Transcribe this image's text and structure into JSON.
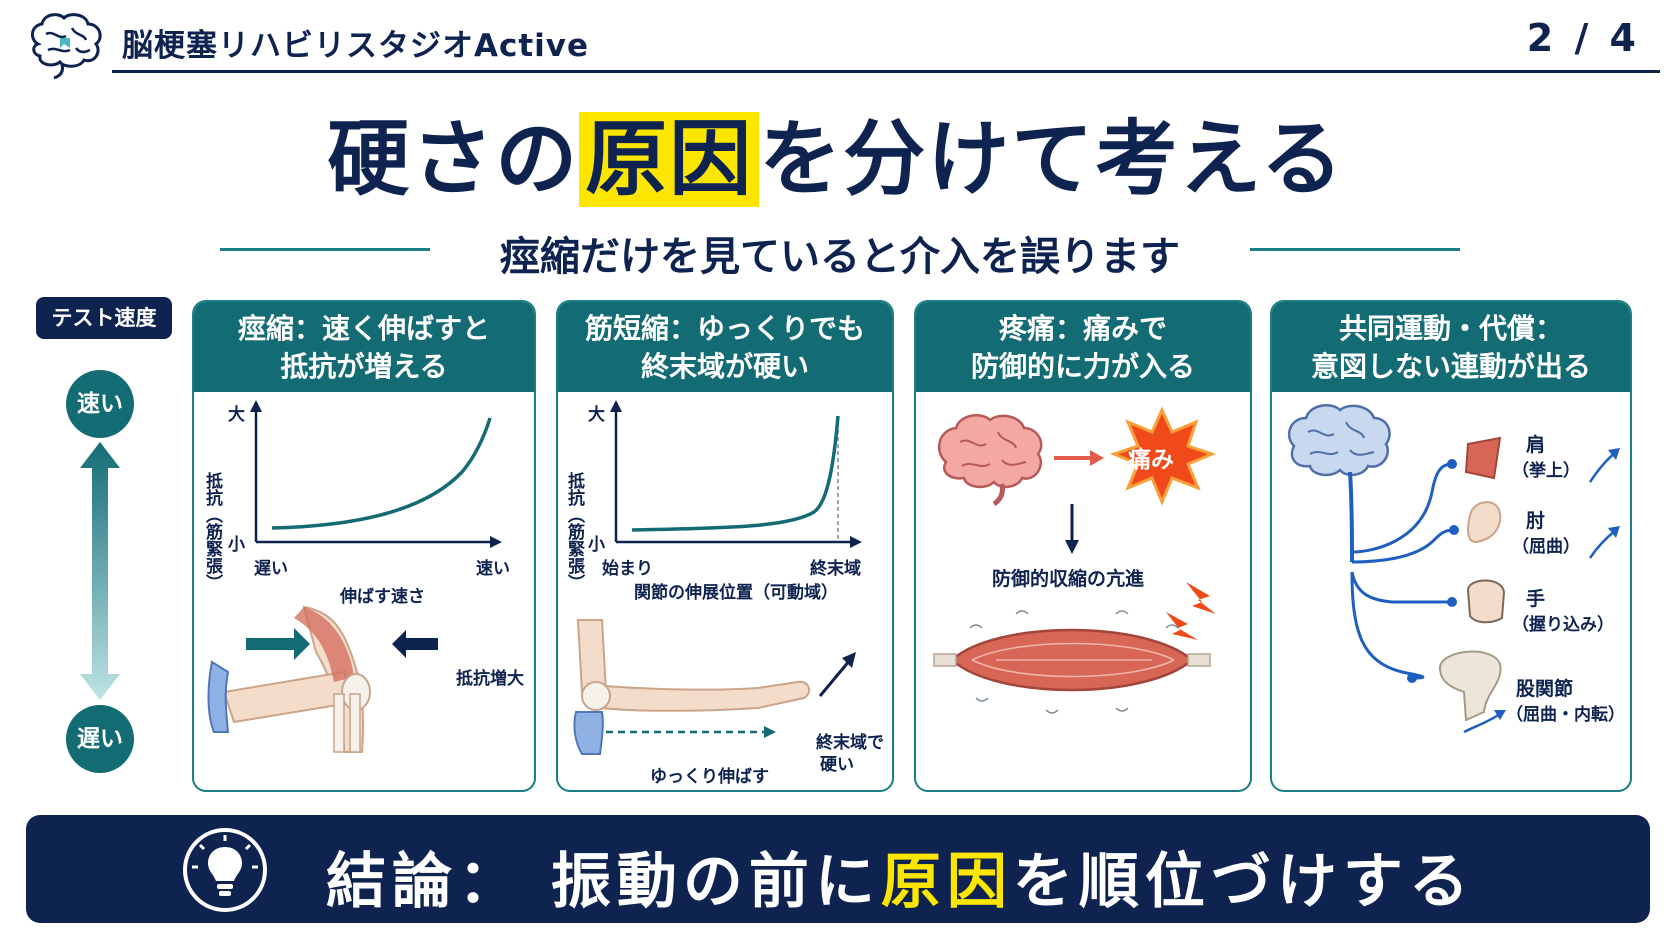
{
  "header": {
    "brand": "脳梗塞リハビリスタジオActive",
    "page_indicator": "2 / 4"
  },
  "title": {
    "before": "硬さの",
    "highlight": "原因",
    "after": "を分けて考える"
  },
  "subtitle": "痙縮だけを見ていると介入を誤ります",
  "speed_scale": {
    "label": "テスト速度",
    "fast": "速い",
    "slow": "遅い"
  },
  "cards": [
    {
      "title_line1": "痙縮：速く伸ばすと",
      "title_line2": "抵抗が増える",
      "y_axis": "抵抗（筋緊張）",
      "y_high": "大",
      "y_low": "小",
      "x_left": "遅い",
      "x_right": "速い",
      "x_axis": "伸ばす速さ",
      "annotation": "抵抗増大"
    },
    {
      "title_line1": "筋短縮：ゆっくりでも",
      "title_line2": "終末域が硬い",
      "y_axis": "抵抗（筋緊張）",
      "y_high": "大",
      "y_low": "小",
      "x_left": "始まり",
      "x_right": "終末域",
      "x_axis": "関節の伸展位置（可動域）",
      "annotation_slow": "ゆっくり伸ばす",
      "annotation_end_line1": "終末域で",
      "annotation_end_line2": "硬い"
    },
    {
      "title_line1": "疼痛：痛みで",
      "title_line2": "防御的に力が入る",
      "pain_label": "痛み",
      "result": "防御的収縮の亢進"
    },
    {
      "title_line1": "共同運動・代償：",
      "title_line2": "意図しない連動が出る",
      "items": [
        {
          "name": "肩",
          "detail": "（挙上）"
        },
        {
          "name": "肘",
          "detail": "（屈曲）"
        },
        {
          "name": "手",
          "detail": "（握り込み）"
        },
        {
          "name": "股関節",
          "detail": "（屈曲・内転）"
        }
      ]
    }
  ],
  "conclusion": {
    "prefix": "結論：",
    "before": "振動の前に",
    "highlight": "原因",
    "after": "を順位づけする"
  },
  "colors": {
    "navy": "#0f2350",
    "teal": "#136b74",
    "highlight_yellow": "#fce600",
    "pain_orange": "#f04a1a",
    "nerve_blue": "#1f5fbf"
  }
}
